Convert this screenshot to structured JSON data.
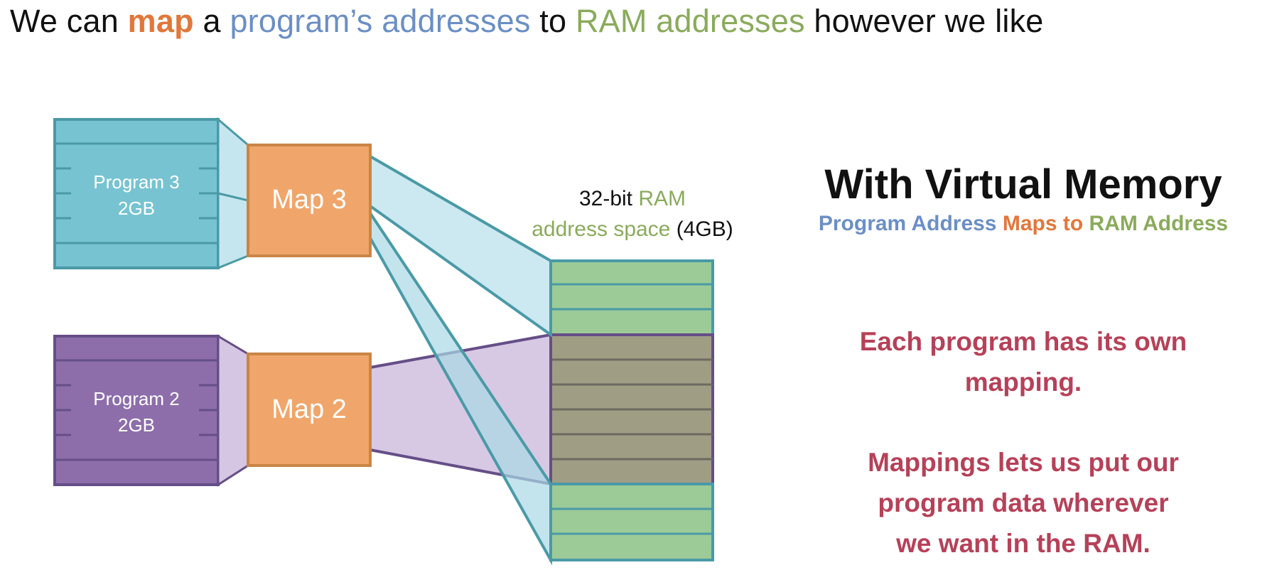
{
  "title": {
    "part1": "We can ",
    "map_word": "map",
    "part2": " a ",
    "program_addresses": "program’s addresses",
    "part3": " to ",
    "ram_addresses": "RAM addresses",
    "part4": " however we like"
  },
  "diagram": {
    "program3": {
      "name": "Program 3",
      "size": "2GB"
    },
    "program2": {
      "name": "Program 2",
      "size": "2GB"
    },
    "map3": "Map 3",
    "map2": "Map 2",
    "ram_label": {
      "line1_a": "32-bit ",
      "line1_b": "RAM",
      "line2_a": "address space",
      "line2_b": " (4GB)"
    }
  },
  "side": {
    "heading": "With Virtual Memory",
    "sub_program": "Program Address",
    "sub_maps": "Maps to",
    "sub_ram": "RAM Address",
    "note1_line1": "Each program has its own",
    "note1_line2": "mapping.",
    "note2_line1": "Mappings lets us put our",
    "note2_line2": "program data wherever",
    "note2_line3": "we want in the RAM."
  },
  "colors": {
    "orange": "#e2773b",
    "blue": "#6b8fc6",
    "green": "#8aab5c",
    "red": "#b64158",
    "program3_fill": "#77c3d1",
    "program2_fill": "#8d6eab",
    "map_fill": "#f0a66a",
    "ram_fill": "#9ccb98"
  }
}
